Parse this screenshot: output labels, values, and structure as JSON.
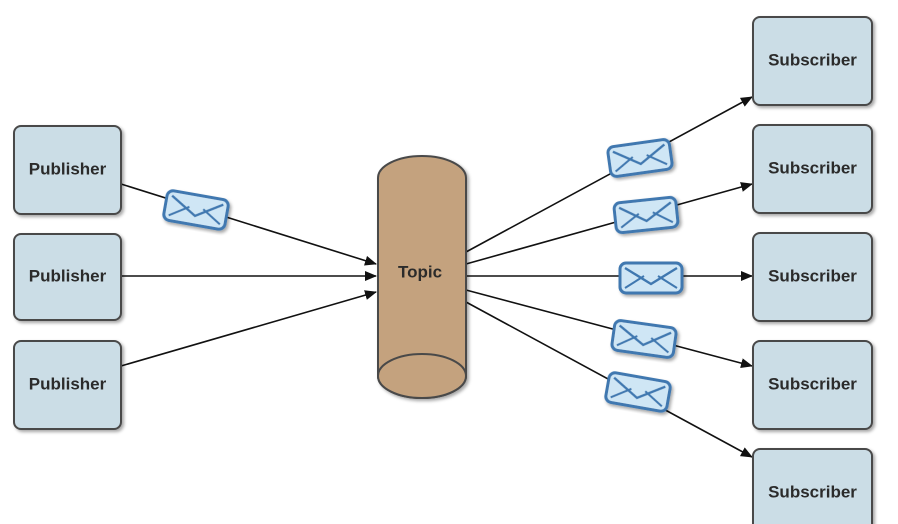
{
  "diagram": {
    "topic_label": "Topic",
    "publishers": [
      {
        "label": "Publisher"
      },
      {
        "label": "Publisher"
      },
      {
        "label": "Publisher"
      }
    ],
    "subscribers": [
      {
        "label": "Subscriber"
      },
      {
        "label": "Subscriber"
      },
      {
        "label": "Subscriber"
      },
      {
        "label": "Subscriber"
      },
      {
        "label": "Subscriber"
      }
    ],
    "message_icon": "envelope-icon",
    "colors": {
      "node_fill": "#cbdde6",
      "node_stroke": "#4a4a4a",
      "topic_fill": "#c4a27e",
      "envelope_fill": "#cfe6f5",
      "envelope_stroke": "#3f78b0",
      "arrow": "#111111"
    }
  }
}
